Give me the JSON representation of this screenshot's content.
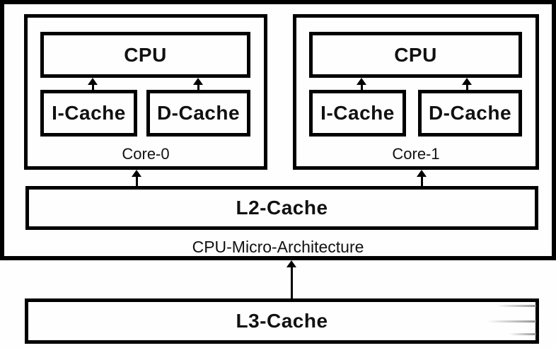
{
  "diagram": {
    "outer_label": "CPU-Micro-Architecture",
    "cores": [
      {
        "label": "Core-0",
        "cpu_label": "CPU",
        "icache_label": "I-Cache",
        "dcache_label": "D-Cache"
      },
      {
        "label": "Core-1",
        "cpu_label": "CPU",
        "icache_label": "I-Cache",
        "dcache_label": "D-Cache"
      }
    ],
    "l2_label": "L2-Cache",
    "l3_label": "L3-Cache",
    "colors": {
      "line": "#000000",
      "background": "#fefefe",
      "text": "#111111",
      "artifact_streak": "#828282"
    }
  }
}
